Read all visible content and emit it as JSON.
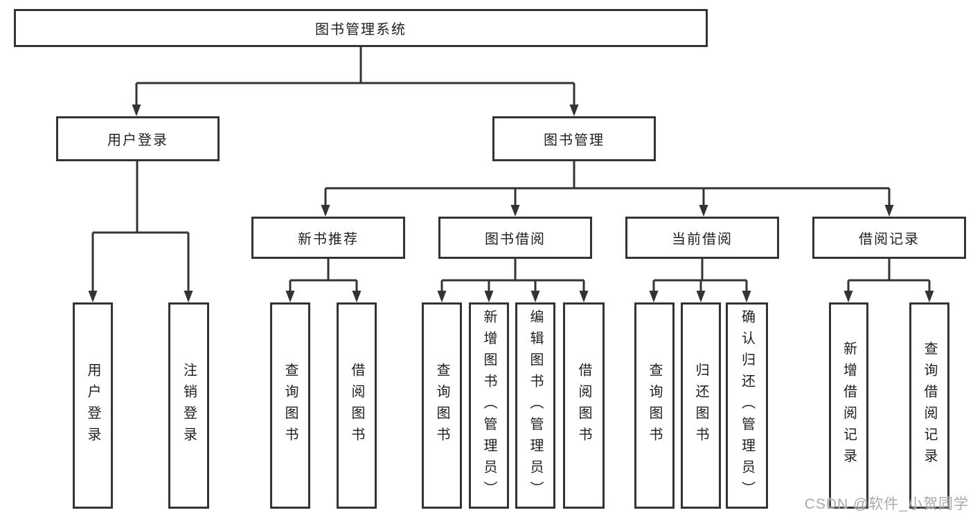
{
  "diagram": {
    "root": {
      "label": "图书管理系统"
    },
    "level2": [
      {
        "label": "用户登录"
      },
      {
        "label": "图书管理"
      }
    ],
    "level3": [
      {
        "label": "新书推荐"
      },
      {
        "label": "图书借阅"
      },
      {
        "label": "当前借阅"
      },
      {
        "label": "借阅记录"
      }
    ],
    "leaves": {
      "user_login": [
        "用户登录",
        "注销登录"
      ],
      "new_book": [
        "查询图书",
        "借阅图书"
      ],
      "book_borrow": [
        "查询图书",
        "新增图书（管理员）",
        "编辑图书（管理员）",
        "借阅图书"
      ],
      "current_borrow": [
        "查询图书",
        "归还图书",
        "确认归还（管理员）"
      ],
      "borrow_records": [
        "新增借阅记录",
        "查询借阅记录"
      ]
    }
  },
  "colors": {
    "line": "#333333",
    "text": "#1f1f1f",
    "watermark": "#a9a9a9"
  },
  "watermark": {
    "text": "CSDN @软件_小贺同学"
  }
}
